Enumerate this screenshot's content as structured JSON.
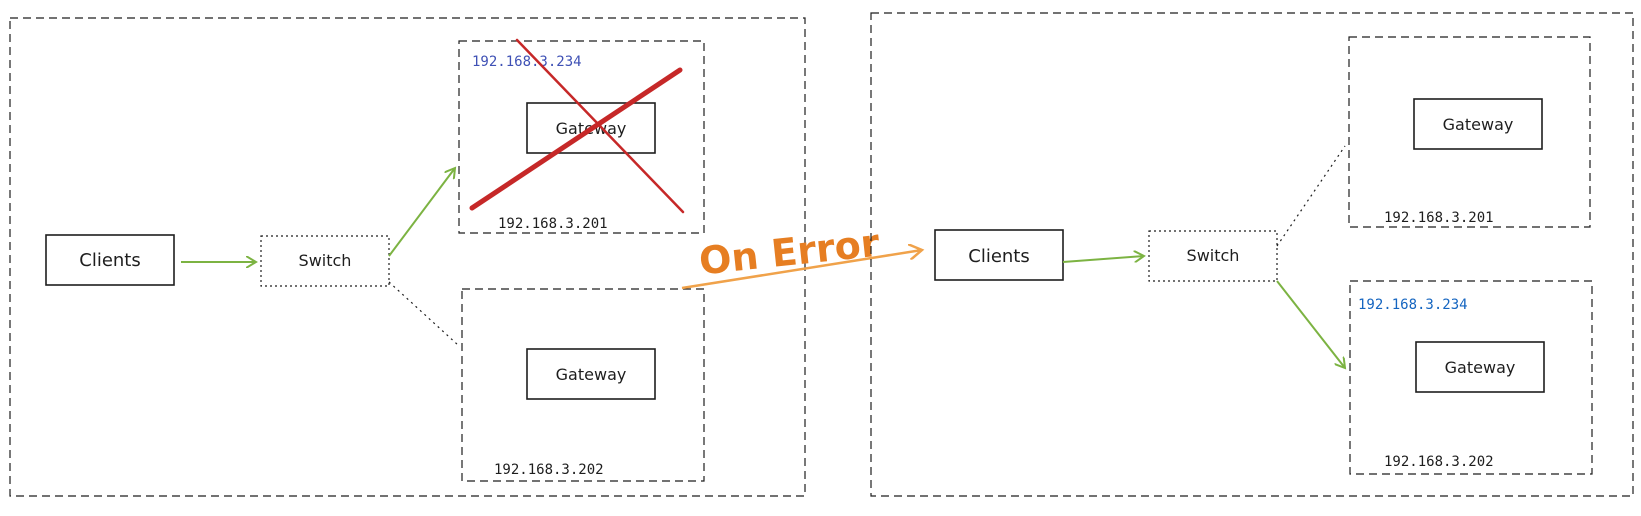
{
  "colors": {
    "ink": "#1e1e1e",
    "active_arrow": "#7cb342",
    "failover_arrow": "#f0a24a",
    "on_error_text": "#e67e22",
    "cross": "#c62828",
    "vip_left": "#3f51b5",
    "vip_right": "#1565c0"
  },
  "before": {
    "clients": "Clients",
    "switch": "Switch",
    "gateway1": {
      "label": "Gateway",
      "vip": "192.168.3.234",
      "ip": "192.168.3.201",
      "status": "failed"
    },
    "gateway2": {
      "label": "Gateway",
      "ip": "192.168.3.202"
    }
  },
  "transition": {
    "label": "On Error"
  },
  "after": {
    "clients": "Clients",
    "switch": "Switch",
    "gateway1": {
      "label": "Gateway",
      "ip": "192.168.3.201"
    },
    "gateway2": {
      "label": "Gateway",
      "vip": "192.168.3.234",
      "ip": "192.168.3.202"
    }
  }
}
